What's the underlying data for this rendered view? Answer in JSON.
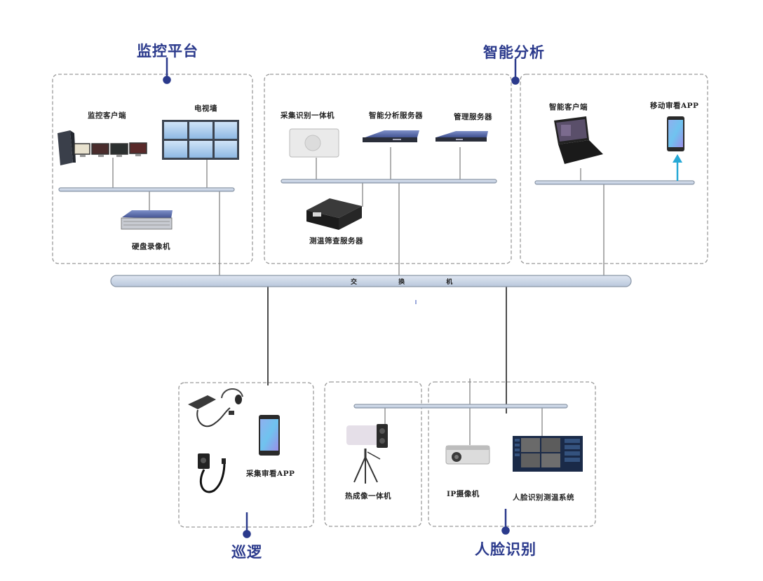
{
  "groups": {
    "monitoring_platform": {
      "title": "监控平台",
      "devices": {
        "monitor_client": "监控客户端",
        "tv_wall": "电视墙",
        "nvr": "硬盘录像机"
      }
    },
    "intelligent_analysis": {
      "title": "智能分析",
      "devices": {
        "capture_recognition_unit": "采集识别一体机",
        "analysis_server": "智能分析服务器",
        "management_server": "管理服务器",
        "temperature_screening_server": "测温筛查服务器",
        "smart_client": "智能客户端",
        "mobile_review_app": "移动审看APP"
      }
    },
    "patrol": {
      "title": "巡逻",
      "devices": {
        "collect_review_app": "采集审看APP"
      }
    },
    "face_recognition": {
      "title": "人脸识别",
      "devices": {
        "thermal_imaging_unit": "热成像一体机",
        "ip_camera": "IP摄像机",
        "face_temp_system": "人脸识别测温系统"
      }
    }
  },
  "switch": {
    "label": "交 换 机"
  },
  "colors": {
    "title_accent": "#2b3a8c",
    "bus_fill": "#c9d5e6",
    "bus_stroke": "#8a96a6",
    "dashed_border": "#9a9a9a",
    "link_line": "#777777",
    "trunk_line": "#111111",
    "upload_arrow": "#27a9d6"
  }
}
